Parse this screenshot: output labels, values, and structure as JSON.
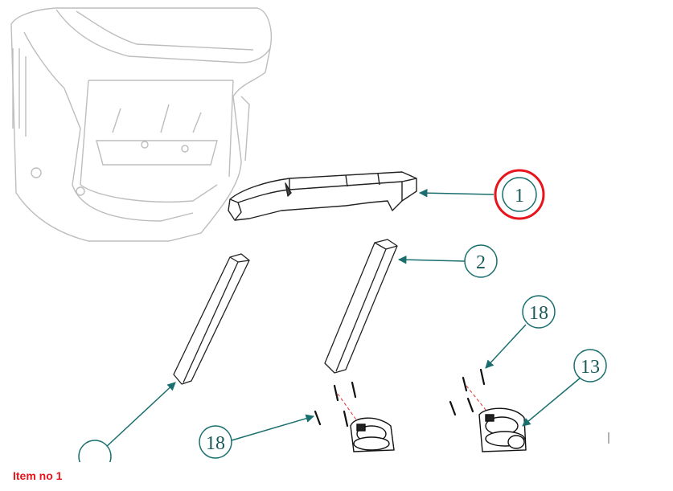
{
  "caption": "Item no 1",
  "callouts": [
    {
      "id": "c1",
      "label": "1",
      "highlighted": true
    },
    {
      "id": "c2",
      "label": "2"
    },
    {
      "id": "c18a",
      "label": "18"
    },
    {
      "id": "c13",
      "label": "13"
    },
    {
      "id": "c18b",
      "label": "18"
    }
  ],
  "colors": {
    "callout": "#1a6e6e",
    "highlight": "#e8141c",
    "part_line": "#222222",
    "background_line": "#bdbdbd"
  }
}
